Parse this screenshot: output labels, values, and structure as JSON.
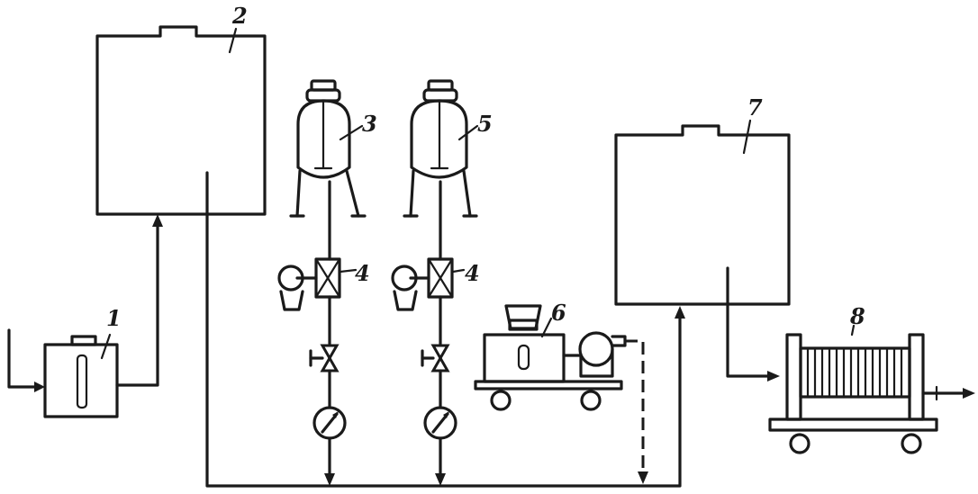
{
  "labels": {
    "heater": "1",
    "tank_left": "2",
    "reactor_a": "3",
    "pump_a": "4",
    "reactor_b": "5",
    "pump_b": "4",
    "cart_unit": "6",
    "tank_right": "7",
    "filter_press": "8"
  },
  "colors": {
    "ink": "#1a1a1a",
    "background": "#ffffff"
  }
}
